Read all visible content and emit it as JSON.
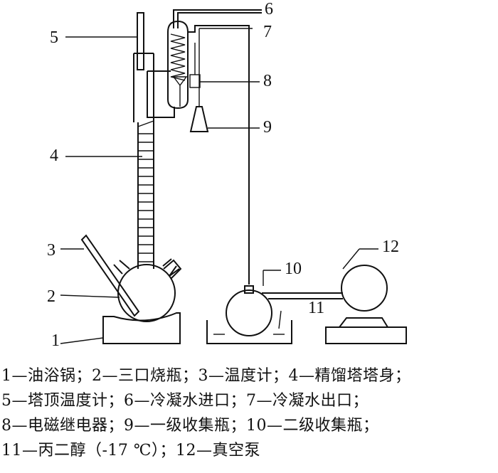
{
  "labels": [
    "1",
    "2",
    "3",
    "4",
    "5",
    "6",
    "7",
    "8",
    "9",
    "10",
    "11",
    "12"
  ],
  "legend": [
    "1—油浴锅；2—三口烧瓶；3—温度计；4—精馏塔塔身；",
    "5—塔顶温度计；6—冷凝水进口；7—冷凝水出口；",
    "8—电磁继电器；9—一级收集瓶；10—二级收集瓶；",
    "11—丙二醇（-17 ℃）；12—真空泵"
  ]
}
